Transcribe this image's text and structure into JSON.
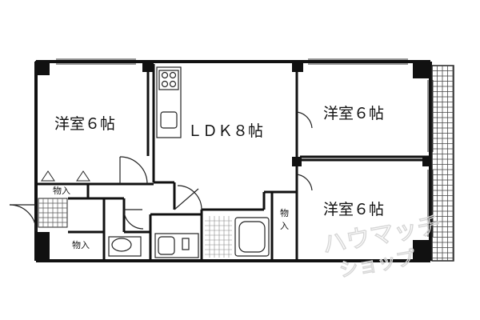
{
  "rooms": {
    "western_room_1": "洋室６帖",
    "ldk": "ＬＤＫ８帖",
    "western_room_2": "洋室６帖",
    "western_room_3": "洋室６帖"
  },
  "storage": {
    "storage_1": "物入",
    "storage_2": "物入",
    "storage_3": "物入"
  },
  "watermark": {
    "line1": "ハウマッチ",
    "line2": "ショップ"
  },
  "colors": {
    "wall": "#111111",
    "line": "#222222",
    "watermark": "#d6d6d6"
  }
}
